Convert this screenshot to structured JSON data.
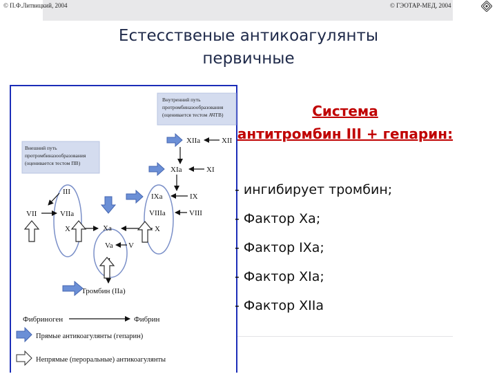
{
  "header": {
    "left_copyright": "© П.Ф.Литвицкий, 2004",
    "right_copyright": "© ГЭОТАР-МЕД, 2004"
  },
  "slide": {
    "title_line1": "Естесственые антикоагулянты",
    "title_line2": "первичные"
  },
  "diagram": {
    "box_intrinsic": [
      "Внутренний путь",
      "протромбиназообразования",
      "(оценивается тестом АЧТВ)"
    ],
    "box_extrinsic": [
      "Внешний путь",
      "протромбиназообразования",
      "(оценивается тестом ПВ)"
    ],
    "factors": {
      "xii": "XII",
      "xiia": "XIIa",
      "xi": "XI",
      "xia": "XIa",
      "ix": "IX",
      "ixa": "IXa",
      "viii": "VIII",
      "viiia": "VIIIa",
      "iii": "III",
      "vii": "VII",
      "viia": "VIIa",
      "x_left": "X",
      "x_right": "X",
      "xa": "Xa",
      "v": "V",
      "va": "Va",
      "ii": "II",
      "thrombin": "Тромбин (IIa)",
      "fibrinogen": "Фибриноген",
      "fibrin": "Фибрин"
    },
    "legend": {
      "direct": "Прямые антикоагулянты (гепарин)",
      "indirect": "Непрямые (пероральные) антикоагулянты"
    },
    "colors": {
      "blue_arrow": "#6b8fd6",
      "hollow_arrow": "#2b2b2b",
      "ellipse": "#7a8fc8",
      "box": "#d4dcef"
    }
  },
  "system": {
    "heading_line1": "Система",
    "heading_line2": "антитромбин III + гепарин:",
    "color": "#c00000",
    "items": [
      "- ингибирует  тромбин;",
      "- Фактор Xa;",
      "- Фактор IXa;",
      "- Фактор XIa;",
      "- Фактор XIIa"
    ]
  }
}
